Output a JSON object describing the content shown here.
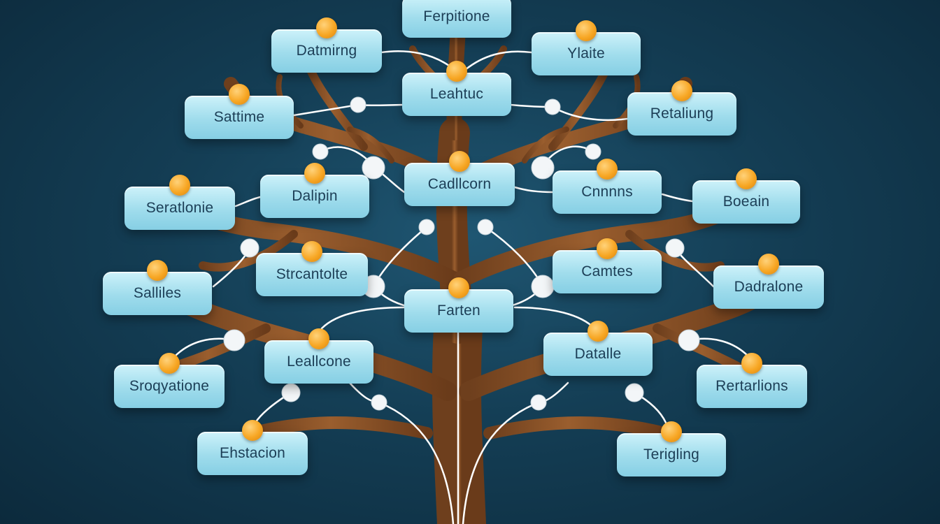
{
  "colors": {
    "background": "#143e55",
    "trunk": "#8a5228",
    "node_fill": "#a7e0ee",
    "node_text": "#1c3e56",
    "dot": "#f7a623",
    "connector": "#ffffff"
  },
  "nodes": [
    {
      "id": "n1",
      "label": "Ferpitione"
    },
    {
      "id": "n2",
      "label": "Datmirng"
    },
    {
      "id": "n3",
      "label": "Ylaite"
    },
    {
      "id": "n4",
      "label": "Leahtuc"
    },
    {
      "id": "n5",
      "label": "Sattime"
    },
    {
      "id": "n6",
      "label": "Retaliung"
    },
    {
      "id": "n7",
      "label": "Cadllcorn"
    },
    {
      "id": "n8",
      "label": "Dalipin"
    },
    {
      "id": "n9",
      "label": "Cnnnns"
    },
    {
      "id": "n10",
      "label": "Seratlonie"
    },
    {
      "id": "n11",
      "label": "Boeain"
    },
    {
      "id": "n12",
      "label": "Strcantolte"
    },
    {
      "id": "n13",
      "label": "Camtes"
    },
    {
      "id": "n14",
      "label": "Salliles"
    },
    {
      "id": "n15",
      "label": "Dadralone"
    },
    {
      "id": "n16",
      "label": "Farten"
    },
    {
      "id": "n17",
      "label": "Leallcone"
    },
    {
      "id": "n18",
      "label": "Datalle"
    },
    {
      "id": "n19",
      "label": "Sroqyatione"
    },
    {
      "id": "n20",
      "label": "Rertarlions"
    },
    {
      "id": "n21",
      "label": "Ehstacion"
    },
    {
      "id": "n22",
      "label": "Terigling"
    }
  ]
}
